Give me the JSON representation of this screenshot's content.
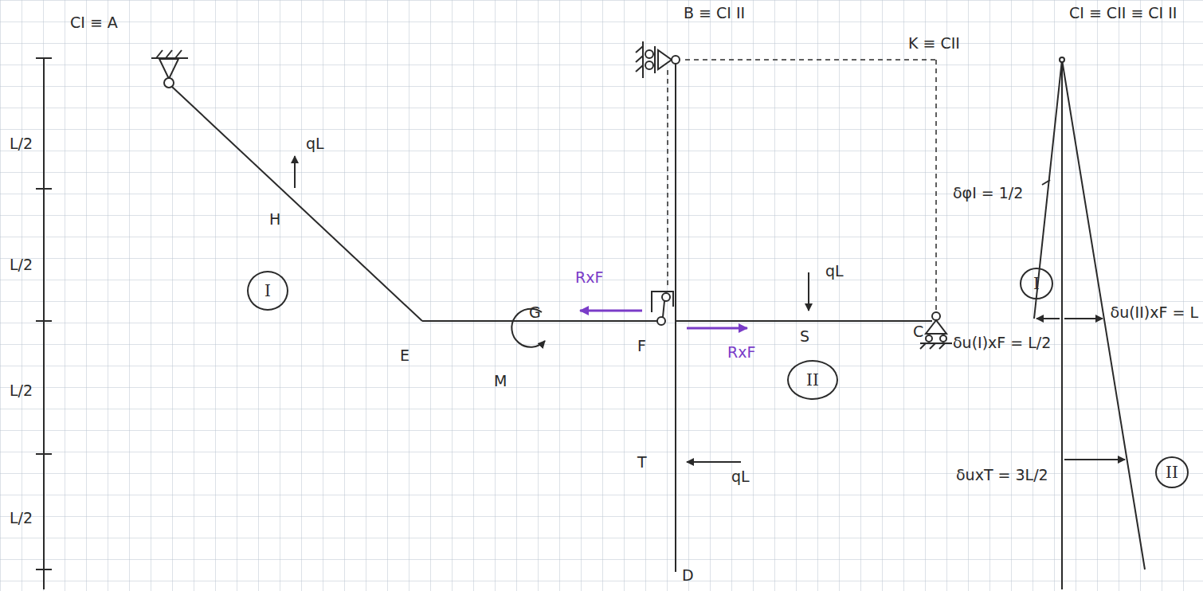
{
  "diagram": {
    "nodes": [
      {
        "text": [
          "I"
        ]
      },
      {
        "text": [
          "II"
        ]
      },
      {
        "text": [
          "I"
        ]
      },
      {
        "text": [
          "II"
        ]
      }
    ],
    "labels": [
      "CI ≡ A",
      "L/2",
      "L/2",
      "L/2",
      "L/2",
      "qL",
      "H",
      "E",
      "G",
      "RxF",
      "F",
      "M",
      "RxF",
      "qL",
      "S",
      "C",
      "T",
      "qL",
      "D",
      "B ≡ CI II",
      "K ≡ CII",
      "CI ≡ CII ≡ CI II",
      "δφI = 1/2",
      "δu(II)xF = L",
      "δu(I)xF = L/2",
      "δuxT = 3L/2"
    ]
  }
}
